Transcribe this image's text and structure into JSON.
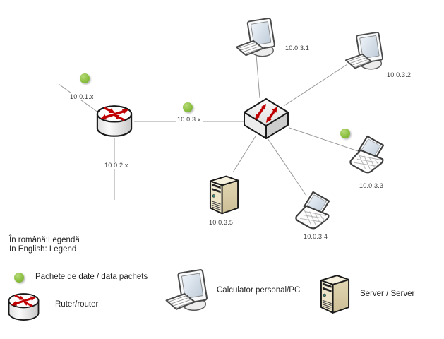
{
  "diagram": {
    "devices": {
      "pc1": "10.0.3.1",
      "pc2": "10.0.3.2",
      "laptop3": "10.0.3.3",
      "laptop4": "10.0.3.4",
      "server5": "10.0.3.5"
    },
    "links": {
      "wan_label": "10.0.1.x",
      "lan2_label": "10.0.2.x",
      "lan3_label": "10.0.3.x"
    },
    "colors": {
      "packet_green": "#8cc042",
      "arrow_red": "#c00000",
      "line_gray": "#999999",
      "server_tan": "#d9cda6",
      "outline_black": "#1a1a1a"
    }
  },
  "legend": {
    "title_ro": "În română:Legendă",
    "title_en": "In English: Legend",
    "items": [
      {
        "icon": "packet-dot-icon",
        "label": "Pachete de date / data pachets"
      },
      {
        "icon": "router-icon",
        "label": "Ruter/router"
      },
      {
        "icon": "pc-icon",
        "label": "Calculator personal/PC"
      },
      {
        "icon": "server-icon",
        "label": "Server / Server"
      }
    ]
  }
}
